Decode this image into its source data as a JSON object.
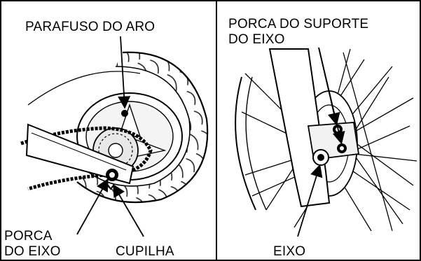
{
  "left_panel": {
    "labels": {
      "rim_bolt": "PARAFUSO DO ARO",
      "axle_nut_line1": "PORCA",
      "axle_nut_line2": "DO EIXO",
      "cotter_pin": "CUPILHA"
    }
  },
  "right_panel": {
    "labels": {
      "axle_holder_nut_line1": "PORCA DO SUPORTE",
      "axle_holder_nut_line2": "DO EIXO",
      "axle": "EIXO"
    }
  }
}
